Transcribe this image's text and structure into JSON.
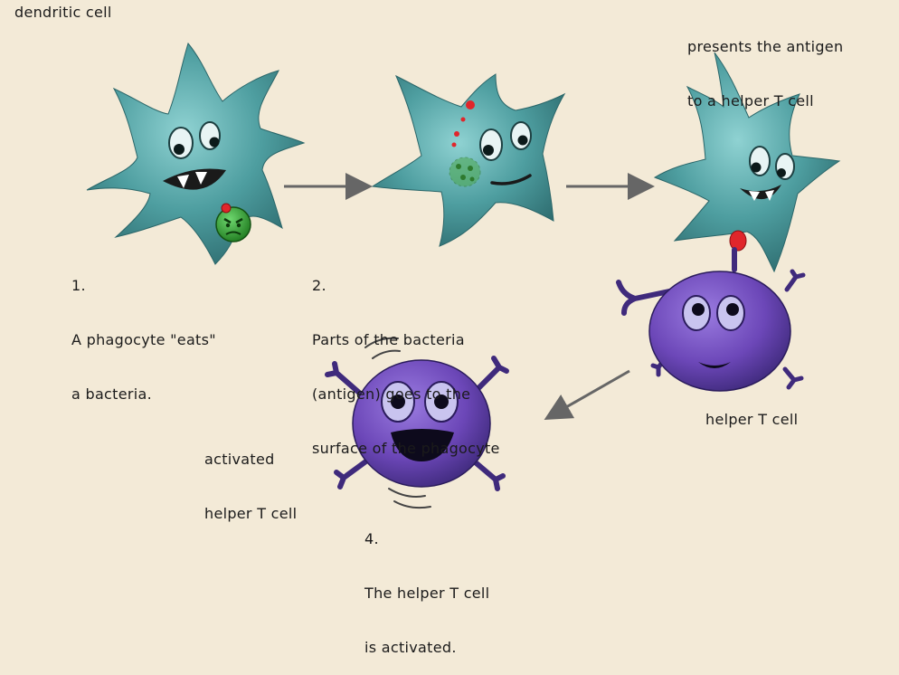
{
  "labels": {
    "dendritic_cell": "dendritic cell",
    "step1": {
      "number": "1.",
      "line1": "A phagocyte \"eats\"",
      "line2": "a bacteria."
    },
    "step2": {
      "number": "2.",
      "line1": "Parts of the bacteria",
      "line2": "(antigen) goes to the",
      "line3": "surface of the phagocyte"
    },
    "step3": {
      "line1": "presents the antigen",
      "line2": "to a helper T cell"
    },
    "helper_t_cell": "helper T cell",
    "activated": {
      "line1": "activated",
      "line2": "helper T cell"
    },
    "step4": {
      "number": "4.",
      "line1": "The helper T cell",
      "line2": "is activated."
    }
  },
  "colors": {
    "background": "#f3ead7",
    "phagocyte": "#4e9ea0",
    "phagocyte_dark": "#2f6e71",
    "t_cell": "#6c47b8",
    "t_cell_dark": "#3f2a7c",
    "bacteria": "#3aa53a",
    "antigen": "#e0262b",
    "arrow": "#666666"
  }
}
